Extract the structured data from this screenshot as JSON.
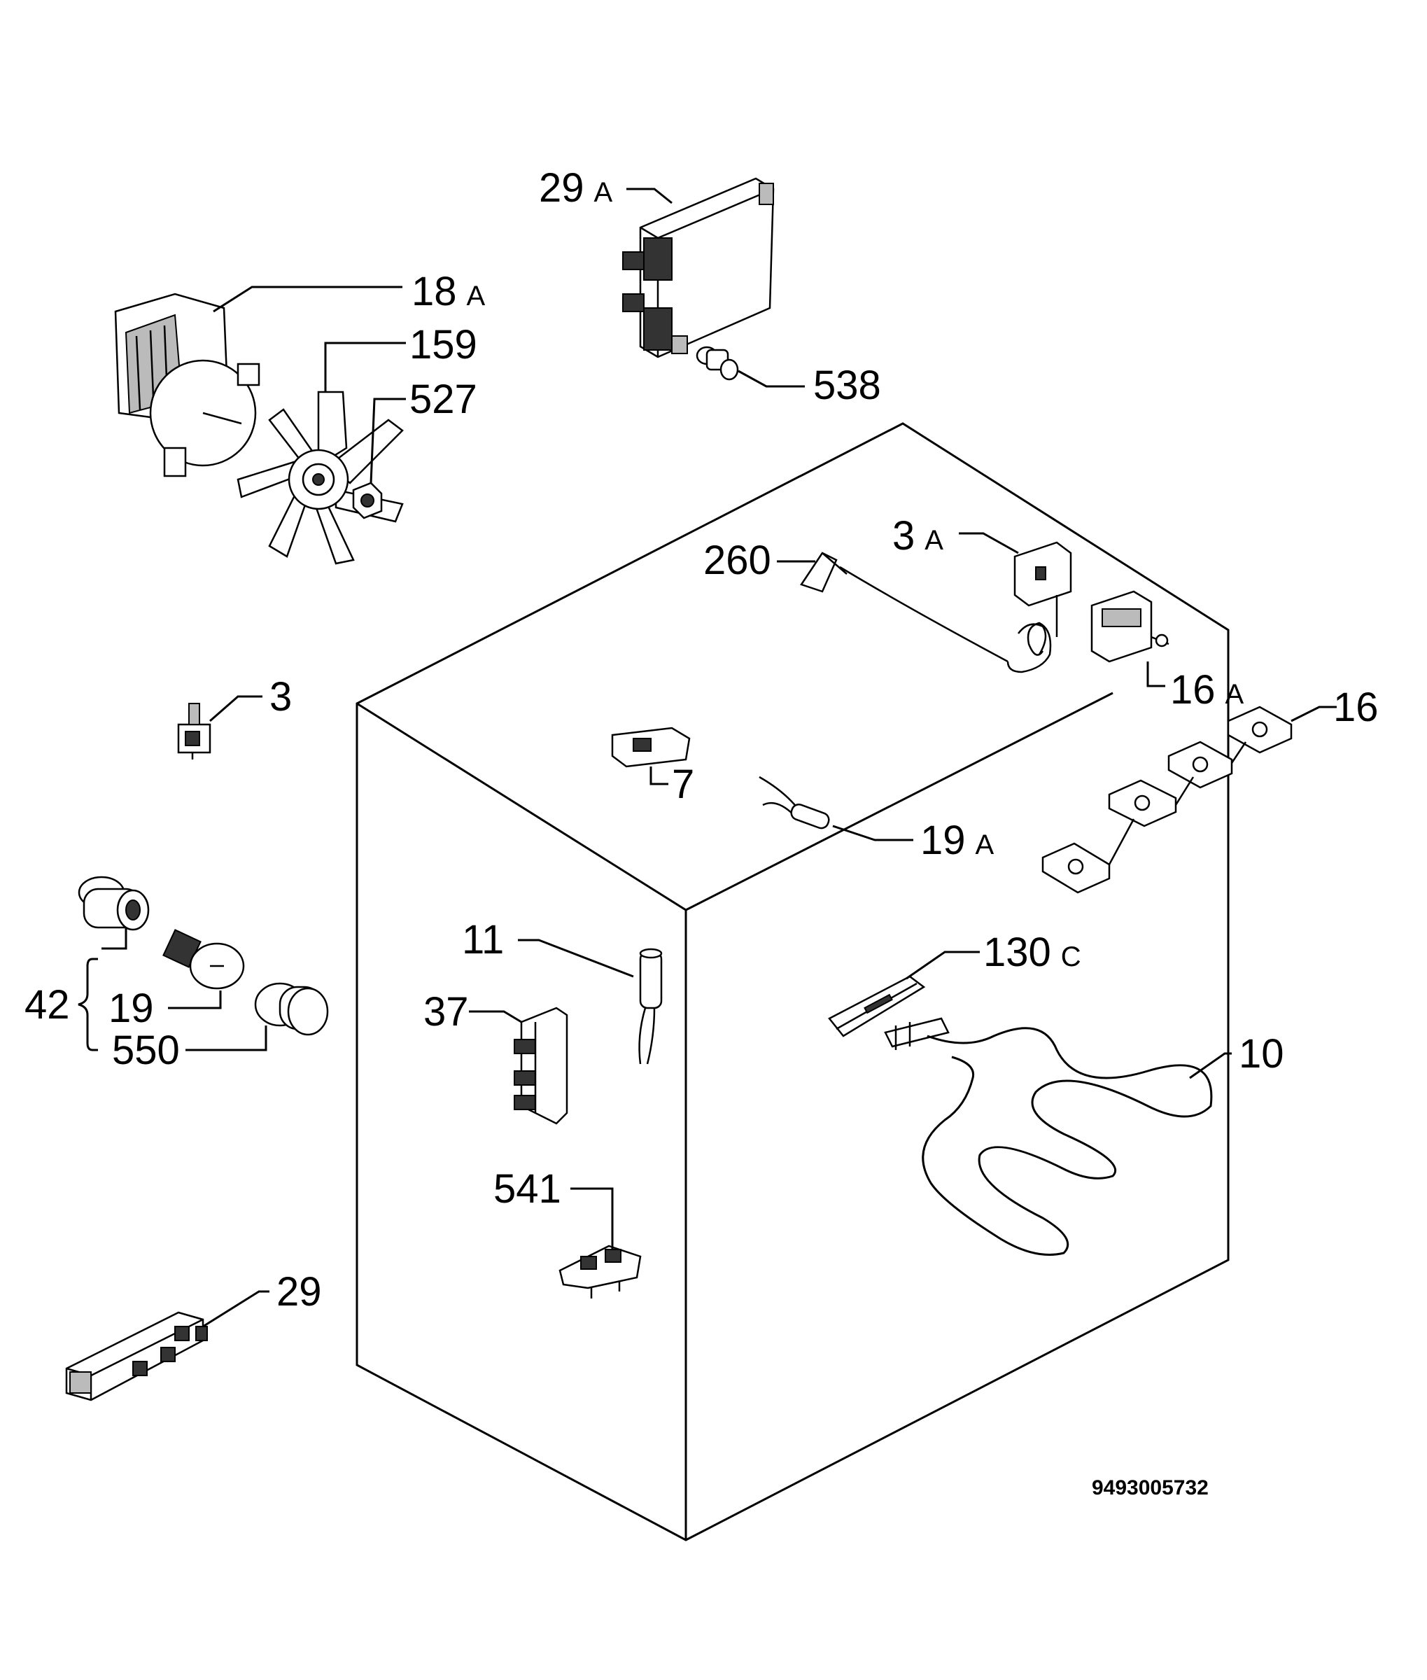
{
  "labels": {
    "l29a": "29",
    "l29a_s": "A",
    "l18a": "18",
    "l18a_s": "A",
    "l159": "159",
    "l527": "527",
    "l538": "538",
    "l260": "260",
    "l3a": "3",
    "l3a_s": "A",
    "l16a": "16",
    "l16a_s": "A",
    "l16": "16",
    "l3": "3",
    "l7": "7",
    "l19a": "19",
    "l19a_s": "A",
    "l11": "11",
    "l130c": "130",
    "l130c_s": "C",
    "l37": "37",
    "l10": "10",
    "l42": "42",
    "l19": "19",
    "l550": "550",
    "l541": "541",
    "l29": "29"
  },
  "drawing_code": "9493005732"
}
